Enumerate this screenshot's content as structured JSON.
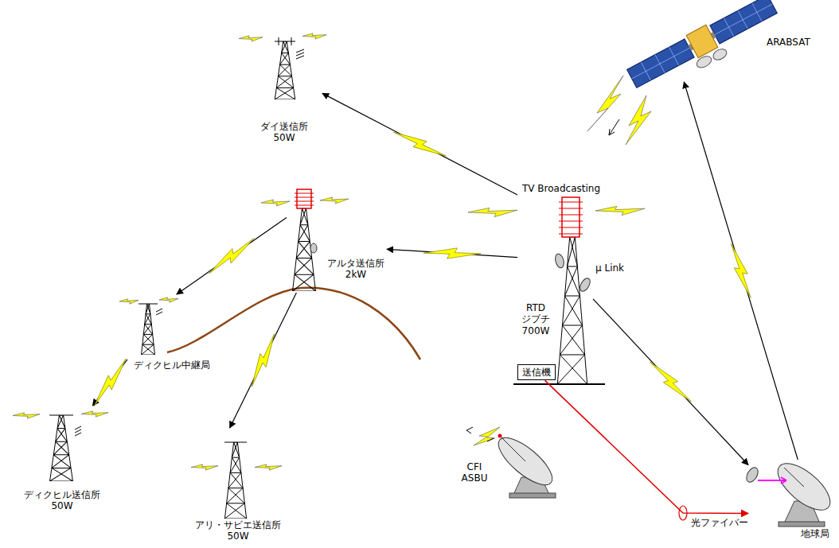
{
  "diagram": {
    "nodes": [
      {
        "text": [
          "ダイ送信所 50W"
        ]
      },
      {
        "text": [
          "ARABSAT"
        ]
      },
      {
        "text": [
          "RTD ジブチ 700W"
        ]
      },
      {
        "text": [
          "アルタ送信所 2kW"
        ]
      },
      {
        "text": [
          "ディクヒル中継局"
        ]
      },
      {
        "text": [
          "送信機"
        ]
      },
      {
        "text": [
          "CFI ASBU"
        ]
      },
      {
        "text": [
          "ディクヒル送信所 50W"
        ]
      },
      {
        "text": [
          "アリ・サビエ送信所 50W"
        ]
      },
      {
        "text": [
          "地球局"
        ]
      }
    ],
    "edges": [
      {
        "from": 2,
        "to": 0,
        "arrow": "to"
      },
      {
        "from": 2,
        "to": 3,
        "arrow": "to"
      },
      {
        "from": 3,
        "to": 4,
        "arrow": "to"
      },
      {
        "from": 4,
        "to": 7,
        "arrow": "to"
      },
      {
        "from": 3,
        "to": 8,
        "arrow": "to"
      },
      {
        "from": 2,
        "to": 9,
        "arrow": "to"
      },
      {
        "from": 9,
        "to": 1,
        "arrow": "to"
      },
      {
        "from": 5,
        "to": 9,
        "label": "光ファイバー",
        "arrow": "to"
      }
    ],
    "labels": [
      "TV Broadcasting",
      "μ Link"
    ]
  }
}
